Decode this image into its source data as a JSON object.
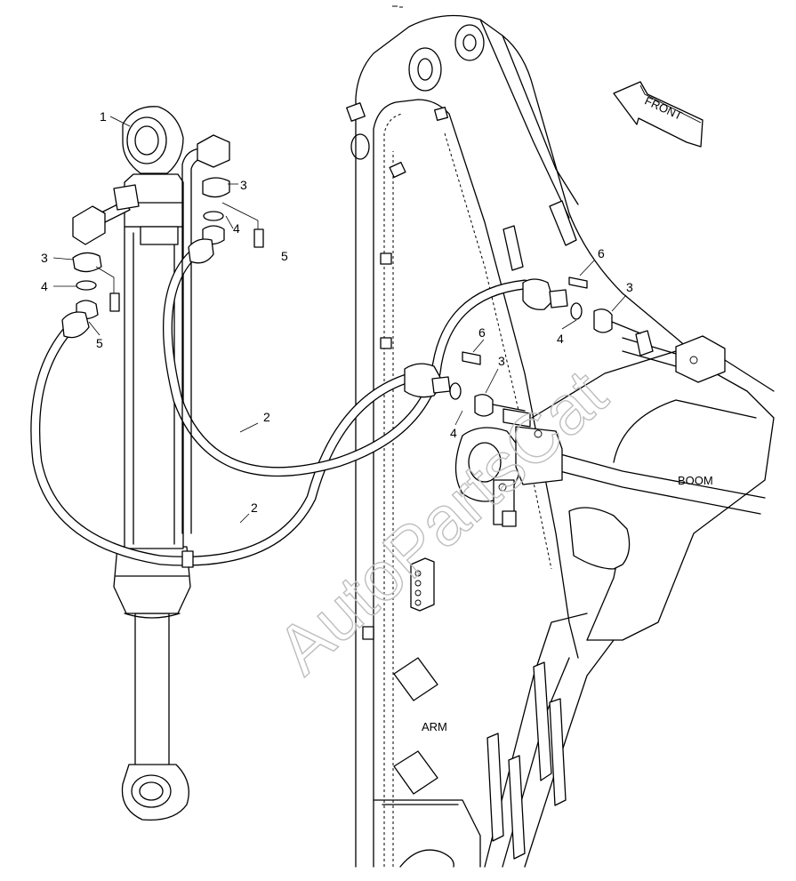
{
  "labels": {
    "front": "FRONT",
    "boom": "BOOM",
    "arm": "ARM",
    "watermark": "AutoPartsCat"
  },
  "callouts": {
    "c1": "1",
    "c2a": "2",
    "c2b": "2",
    "c3a": "3",
    "c3b": "3",
    "c3c": "3",
    "c3d": "3",
    "c4a": "4",
    "c4b": "4",
    "c4c": "4",
    "c4d": "4",
    "c5a": "5",
    "c5b": "5",
    "c6a": "6",
    "c6b": "6"
  },
  "colors": {
    "line": "#000000",
    "background": "#ffffff",
    "watermark": "#bdbdbd"
  }
}
